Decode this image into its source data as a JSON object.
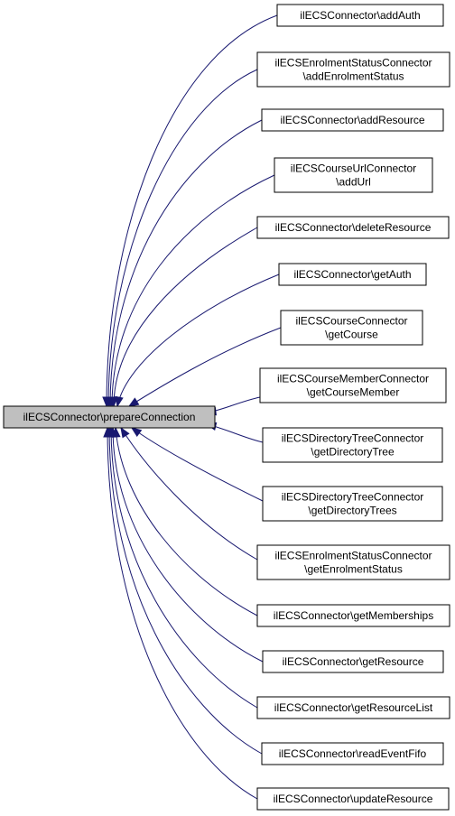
{
  "graph": {
    "root": {
      "id": "root",
      "lines": [
        "ilECSConnector\\prepareConnection"
      ]
    },
    "callers": [
      {
        "id": "n1",
        "lines": [
          "ilECSConnector\\addAuth"
        ]
      },
      {
        "id": "n2",
        "lines": [
          "ilECSEnrolmentStatusConnector",
          "\\addEnrolmentStatus"
        ]
      },
      {
        "id": "n3",
        "lines": [
          "ilECSConnector\\addResource"
        ]
      },
      {
        "id": "n4",
        "lines": [
          "ilECSCourseUrlConnector",
          "\\addUrl"
        ]
      },
      {
        "id": "n5",
        "lines": [
          "ilECSConnector\\deleteResource"
        ]
      },
      {
        "id": "n6",
        "lines": [
          "ilECSConnector\\getAuth"
        ]
      },
      {
        "id": "n7",
        "lines": [
          "ilECSCourseConnector",
          "\\getCourse"
        ]
      },
      {
        "id": "n8",
        "lines": [
          "ilECSCourseMemberConnector",
          "\\getCourseMember"
        ]
      },
      {
        "id": "n9",
        "lines": [
          "ilECSDirectoryTreeConnector",
          "\\getDirectoryTree"
        ]
      },
      {
        "id": "n10",
        "lines": [
          "ilECSDirectoryTreeConnector",
          "\\getDirectoryTrees"
        ]
      },
      {
        "id": "n11",
        "lines": [
          "ilECSEnrolmentStatusConnector",
          "\\getEnrolmentStatus"
        ]
      },
      {
        "id": "n12",
        "lines": [
          "ilECSConnector\\getMemberships"
        ]
      },
      {
        "id": "n13",
        "lines": [
          "ilECSConnector\\getResource"
        ]
      },
      {
        "id": "n14",
        "lines": [
          "ilECSConnector\\getResourceList"
        ]
      },
      {
        "id": "n15",
        "lines": [
          "ilECSConnector\\readEventFifo"
        ]
      },
      {
        "id": "n16",
        "lines": [
          "ilECSConnector\\updateResource"
        ]
      }
    ],
    "edge_color": "#191970",
    "root_fill": "#bfbfbf"
  }
}
